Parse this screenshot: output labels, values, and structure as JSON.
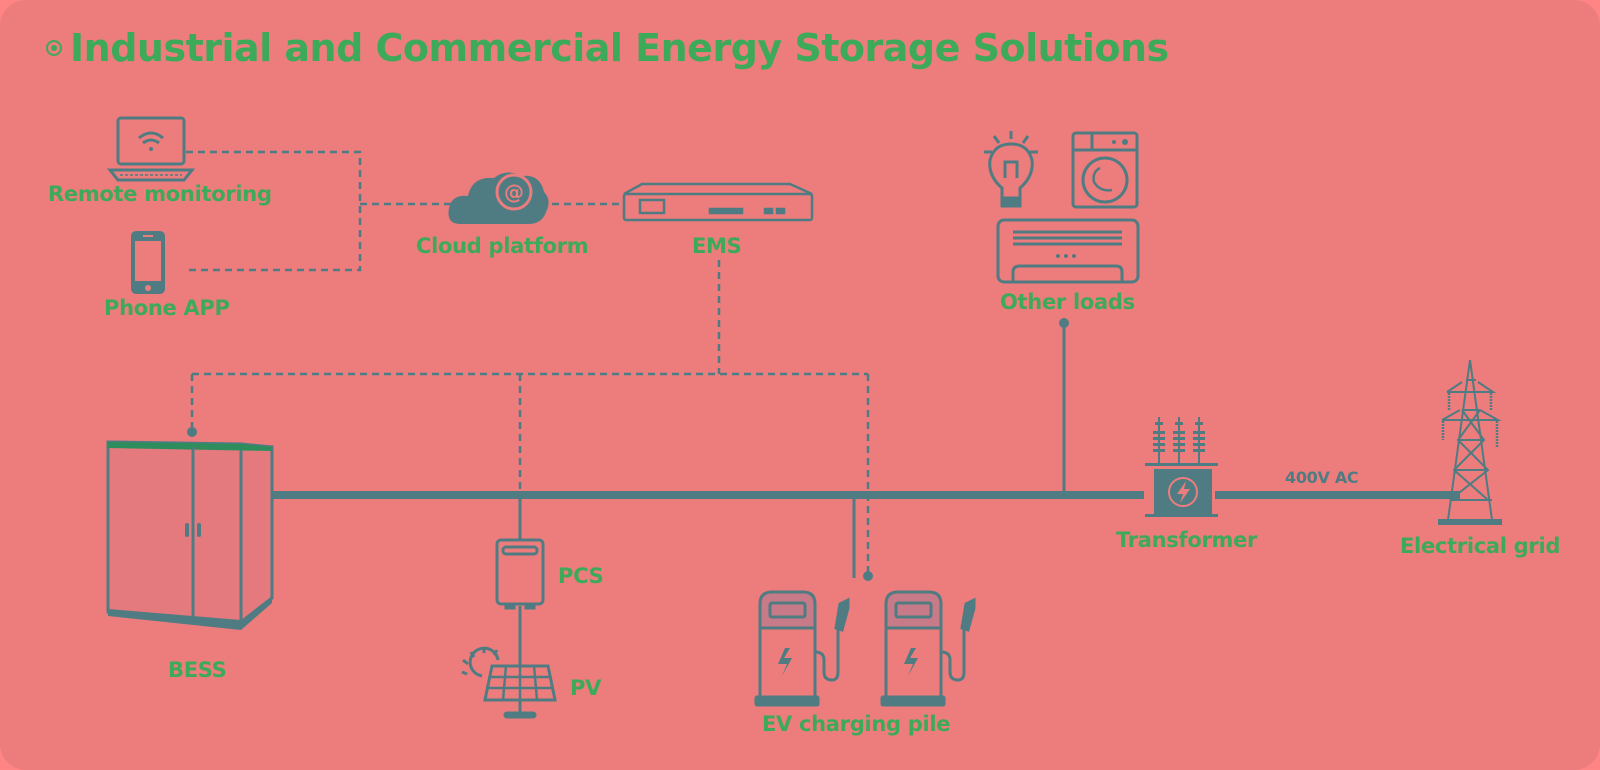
{
  "title": "Industrial and Commercial Energy Storage Solutions",
  "colors": {
    "background": "#ec7d7c",
    "line": "#4f7c83",
    "label": "#3daa5a",
    "bess_top": "#2e8d5c"
  },
  "nodes": {
    "remote_monitoring": {
      "label": "Remote monitoring",
      "icon": "laptop-wifi-icon"
    },
    "phone_app": {
      "label": "Phone APP",
      "icon": "smartphone-icon"
    },
    "cloud_platform": {
      "label": "Cloud platform",
      "icon": "cloud-at-icon"
    },
    "ems": {
      "label": "EMS",
      "icon": "rack-server-icon"
    },
    "other_loads": {
      "label": "Other loads",
      "icons": [
        "lightbulb-icon",
        "washing-machine-icon",
        "air-conditioner-icon"
      ]
    },
    "bess": {
      "label": "BESS",
      "icon": "battery-cabinet-icon"
    },
    "pcs": {
      "label": "PCS",
      "icon": "inverter-icon"
    },
    "pv": {
      "label": "PV",
      "icon": "solar-panel-icon"
    },
    "ev_charging": {
      "label": "EV charging pile",
      "icon": "ev-charger-icon"
    },
    "transformer": {
      "label": "Transformer",
      "icon": "transformer-icon"
    },
    "grid": {
      "label": "Electrical grid",
      "icon": "power-tower-icon"
    }
  },
  "bus": {
    "voltage_label": "400V AC"
  },
  "connections": [
    {
      "from": "remote_monitoring",
      "to": "cloud_platform",
      "type": "communication"
    },
    {
      "from": "phone_app",
      "to": "cloud_platform",
      "type": "communication"
    },
    {
      "from": "cloud_platform",
      "to": "ems",
      "type": "communication"
    },
    {
      "from": "ems",
      "to": "bess",
      "type": "communication"
    },
    {
      "from": "ems",
      "to": "pcs",
      "type": "communication"
    },
    {
      "from": "ems",
      "to": "ev_charging",
      "type": "communication"
    },
    {
      "from": "bess",
      "to": "transformer",
      "type": "power"
    },
    {
      "from": "pcs",
      "to": "ac_bus",
      "type": "power"
    },
    {
      "from": "pv",
      "to": "pcs",
      "type": "power"
    },
    {
      "from": "ev_charging",
      "to": "ac_bus",
      "type": "power"
    },
    {
      "from": "other_loads",
      "to": "ac_bus",
      "type": "power"
    },
    {
      "from": "transformer",
      "to": "grid",
      "type": "power"
    }
  ]
}
